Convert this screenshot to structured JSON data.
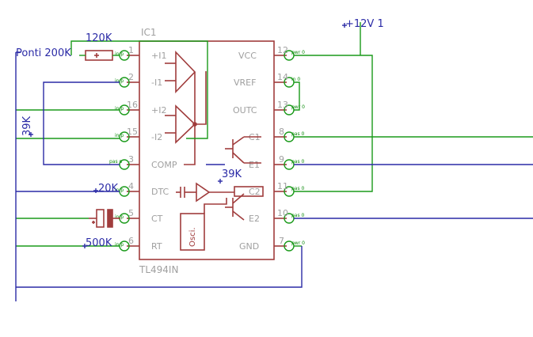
{
  "chip": {
    "name": "IC1",
    "part": "TL494IN",
    "left_pins": [
      {
        "num": "1",
        "label": "+I1",
        "net": "in p"
      },
      {
        "num": "2",
        "label": "-I1",
        "net": "in p"
      },
      {
        "num": "16",
        "label": "+I2",
        "net": "in p"
      },
      {
        "num": "15",
        "label": "-I2",
        "net": "in p"
      },
      {
        "num": "3",
        "label": "COMP",
        "net": "pas p"
      },
      {
        "num": "4",
        "label": "DTC",
        "net": "in p"
      },
      {
        "num": "5",
        "label": "CT",
        "net": "in p"
      },
      {
        "num": "6",
        "label": "RT",
        "net": "in p"
      }
    ],
    "right_pins": [
      {
        "num": "12",
        "label": "VCC",
        "net": "pwr 0"
      },
      {
        "num": "14",
        "label": "VREF",
        "net": "in 0"
      },
      {
        "num": "13",
        "label": "OUTC",
        "net": "pwr 0"
      },
      {
        "num": "8",
        "label": "C1",
        "net": "pas 0"
      },
      {
        "num": "9",
        "label": "E1",
        "net": "pas 0"
      },
      {
        "num": "11",
        "label": "C2",
        "net": "pas 0"
      },
      {
        "num": "10",
        "label": "E2",
        "net": "pas 0"
      },
      {
        "num": "7",
        "label": "GND",
        "net": "pwr 0"
      }
    ],
    "oscillator_label": "Osci."
  },
  "labels": {
    "r_120k": "120K",
    "ponti": "Ponti 200K",
    "v12": "+12V 1",
    "r_39k_left": "39K",
    "r_39k_mid": "39K",
    "r_20k": "20K",
    "r_500k": "500K"
  },
  "colors": {
    "chip_body": "#a03c3c",
    "green_wire": "#1a9a1a",
    "blue_wire": "#2a2aa6",
    "pin_text": "#a0a0a0"
  }
}
